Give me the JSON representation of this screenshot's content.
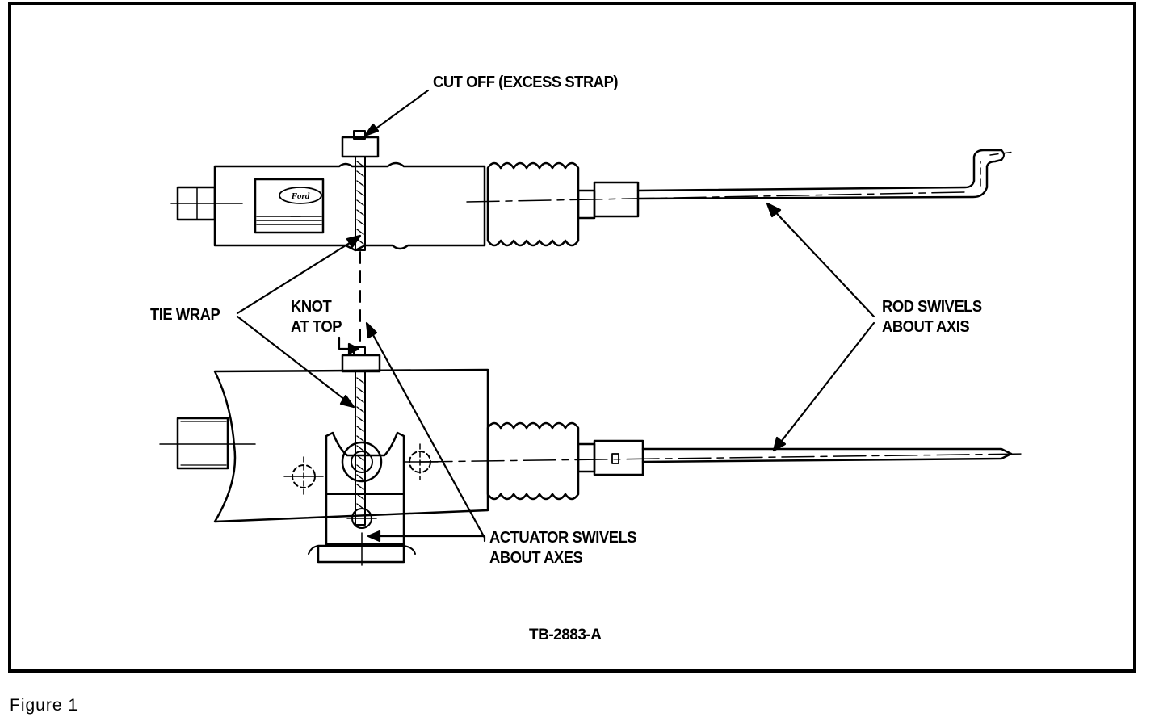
{
  "diagram": {
    "callouts": {
      "cut_off": "CUT OFF (EXCESS STRAP)",
      "tie_wrap": "TIE WRAP",
      "knot_at_top": "KNOT\nAT TOP",
      "rod_swivels": "ROD SWIVELS\nABOUT AXIS",
      "actuator_swivels": "ACTUATOR SWIVELS\nABOUT AXES"
    },
    "drawing_id": "TB-2883-A",
    "logo_text": "Ford"
  },
  "figure": {
    "caption": "Figure 1"
  }
}
